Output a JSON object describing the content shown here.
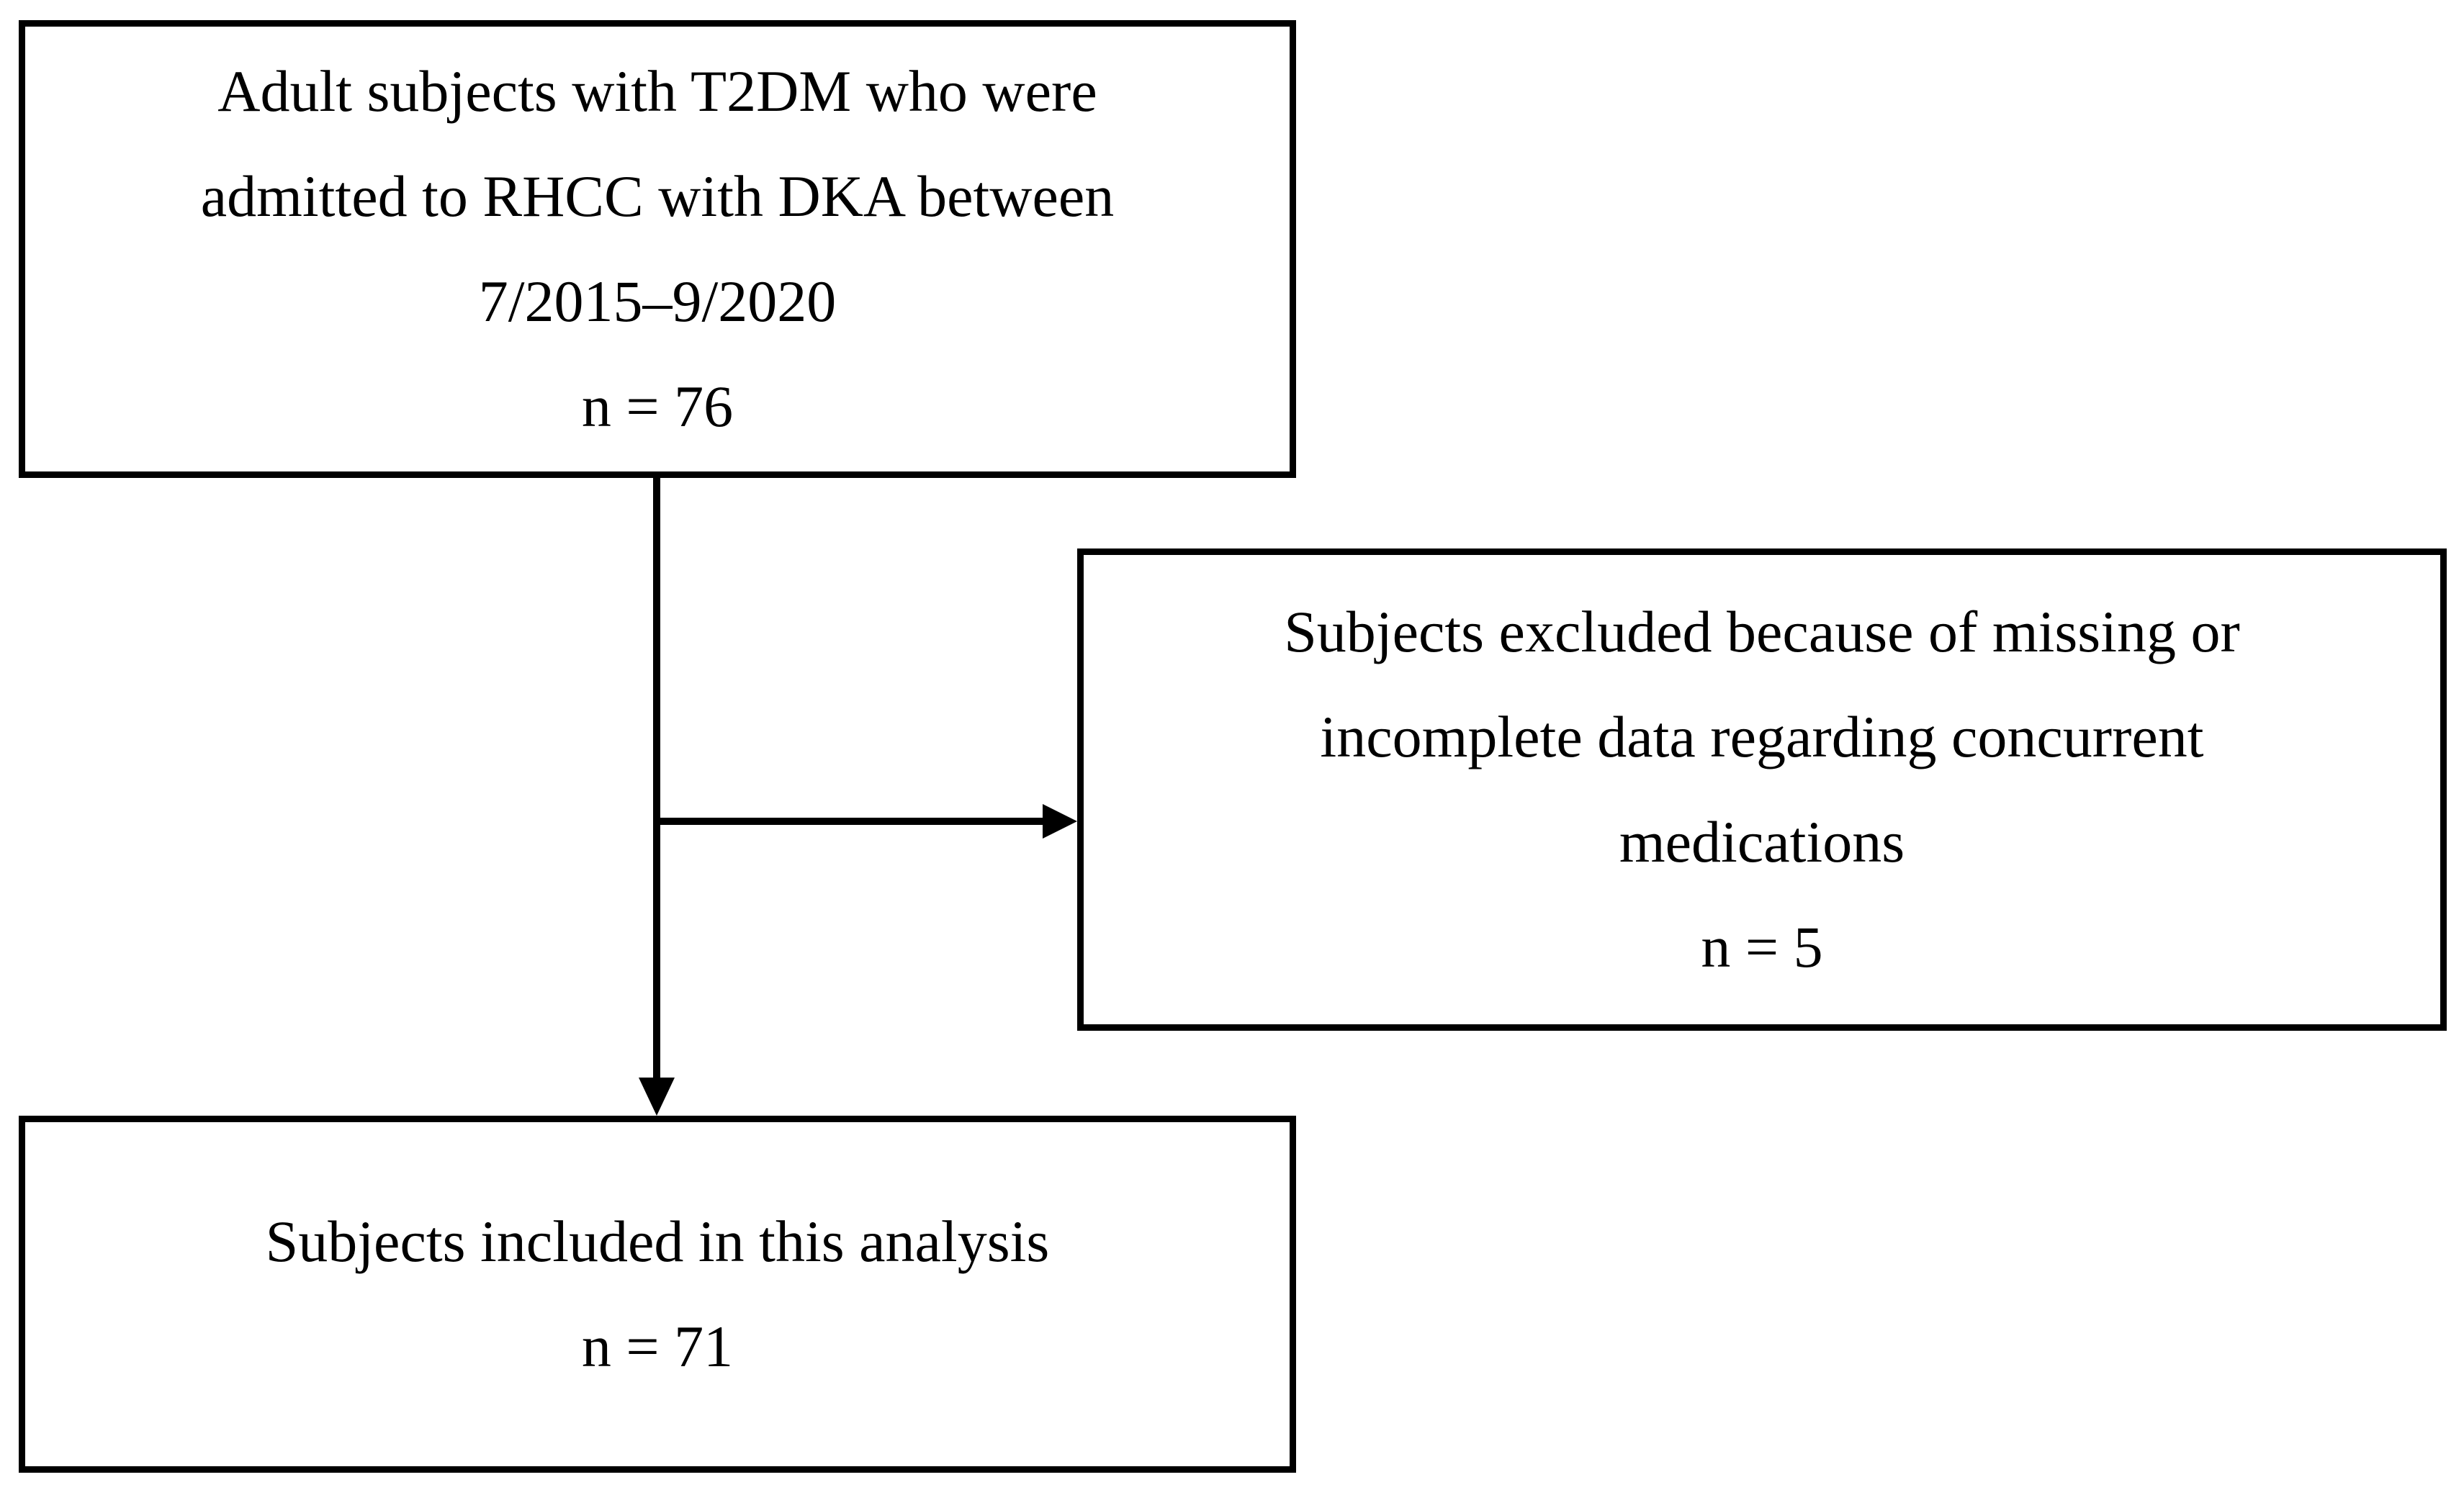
{
  "flowchart": {
    "enrolled": {
      "lines": [
        "Adult subjects with T2DM who were",
        "admitted to RHCC with DKA between",
        "7/2015–9/2020"
      ],
      "count": "n = 76"
    },
    "excluded": {
      "lines": [
        "Subjects excluded because of missing or",
        "incomplete data regarding concurrent",
        "medications"
      ],
      "count": "n = 5"
    },
    "included": {
      "lines": [
        "Subjects included in this analysis"
      ],
      "count": "n = 71"
    }
  },
  "colors": {
    "stroke": "#000000",
    "background": "#ffffff"
  }
}
